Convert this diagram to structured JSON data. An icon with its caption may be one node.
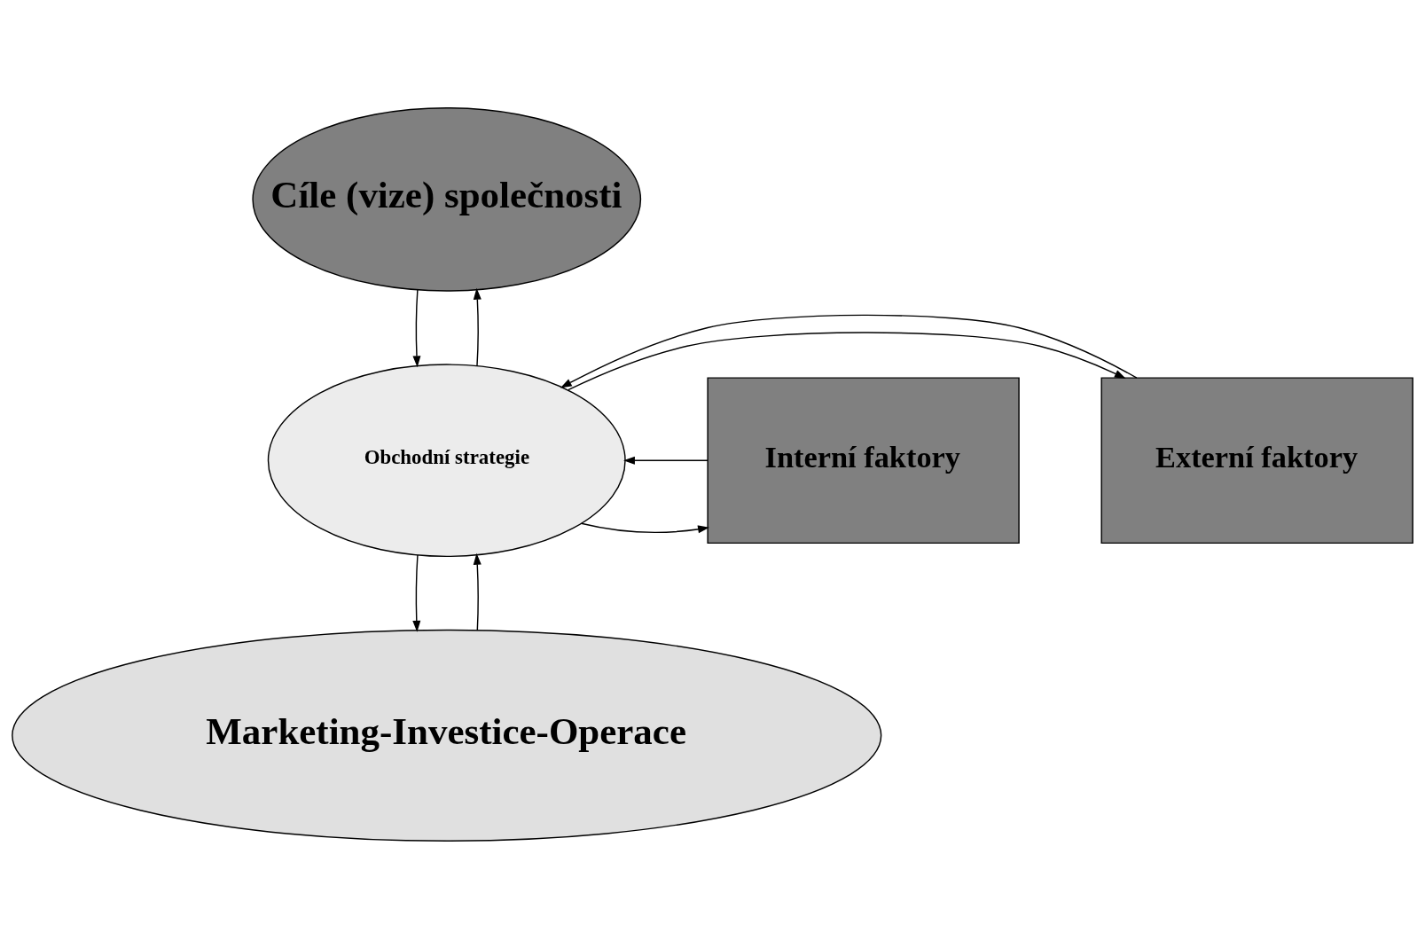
{
  "diagram": {
    "nodes": [
      {
        "text": [
          "Cíle (vize) společnosti"
        ]
      },
      {
        "text": [
          "Externí faktory"
        ]
      },
      {
        "text": [
          "Obchodní strategie"
        ]
      },
      {
        "text": [
          "Interní faktory"
        ]
      },
      {
        "text": [
          "Marketing-Investice-Operace"
        ]
      }
    ],
    "edges": [
      {
        "from": 2,
        "to": 0,
        "arrow": "to"
      },
      {
        "from": 0,
        "to": 2,
        "arrow": "to"
      },
      {
        "from": 2,
        "to": 1,
        "arrow": "to"
      },
      {
        "from": 1,
        "to": 2,
        "arrow": "to"
      },
      {
        "from": 2,
        "to": 3,
        "arrow": "to"
      },
      {
        "from": 3,
        "to": 2,
        "arrow": "to"
      },
      {
        "from": 4,
        "to": 2,
        "arrow": "to"
      },
      {
        "from": 2,
        "to": 4,
        "arrow": "to"
      }
    ]
  }
}
